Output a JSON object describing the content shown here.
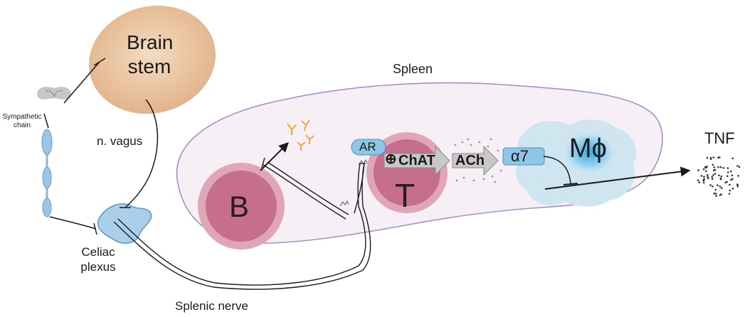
{
  "labels": {
    "brain_stem": [
      "Brain",
      "stem"
    ],
    "spleen": "Spleen",
    "sympathetic_chain": [
      "Sympathetic",
      "chain"
    ],
    "n_vagus": "n. vagus",
    "celiac_plexus": [
      "Celiac",
      "plexus"
    ],
    "splenic_nerve": "Splenic nerve",
    "b_cell": "B",
    "t_cell": "T",
    "ar": "AR",
    "chat_plus": "⊕",
    "chat": "ChAT",
    "ach": "ACh",
    "alpha7": "α7",
    "macrophage": "Mϕ",
    "tnf": "TNF"
  },
  "colors": {
    "brain_stem_fill": "#e9c6a2",
    "spleen_fill": "#f6f0f6",
    "spleen_stroke": "#a58fc4",
    "cell_outer": "#d890a8",
    "cell_inner": "#bf6a86",
    "receptor_blue": "#8fc6e6",
    "macrophage_fill": "#cfe6f0",
    "macrophage_core": "#3fb3e3",
    "arrow_gray": "#bdbdbd",
    "antibody_orange": "#f0a63a",
    "nerve": "#1a1a1a"
  },
  "icons": [
    "sympathetic-ganglion-icon",
    "antibody-icon",
    "nerve-terminal-icon",
    "tnf-particles-icon"
  ]
}
